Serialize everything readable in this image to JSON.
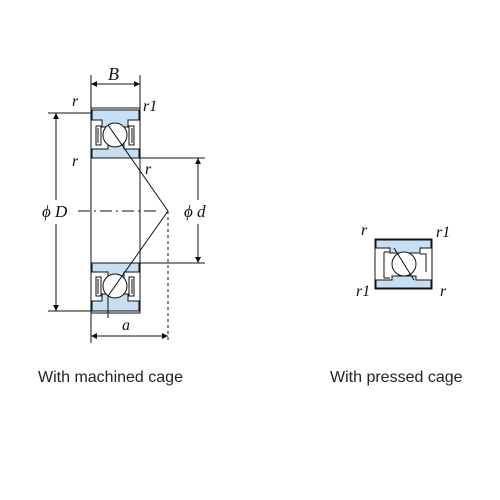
{
  "colors": {
    "ring_fill": "#c6dff2",
    "line": "#111111",
    "bg": "#ffffff"
  },
  "left_diagram": {
    "labels": {
      "B": "B",
      "r_top_left": "r",
      "r1_top_right": "r1",
      "r_mid_left": "r",
      "r_center": "r",
      "phiD": "ϕ D",
      "phid": "ϕ d",
      "a": "a"
    },
    "caption": "With machined cage"
  },
  "right_diagram": {
    "labels": {
      "r_top_left": "r",
      "r1_top_right": "r1",
      "r1_bottom_left": "r1",
      "r_bottom_right": "r"
    },
    "caption": "With pressed cage"
  }
}
